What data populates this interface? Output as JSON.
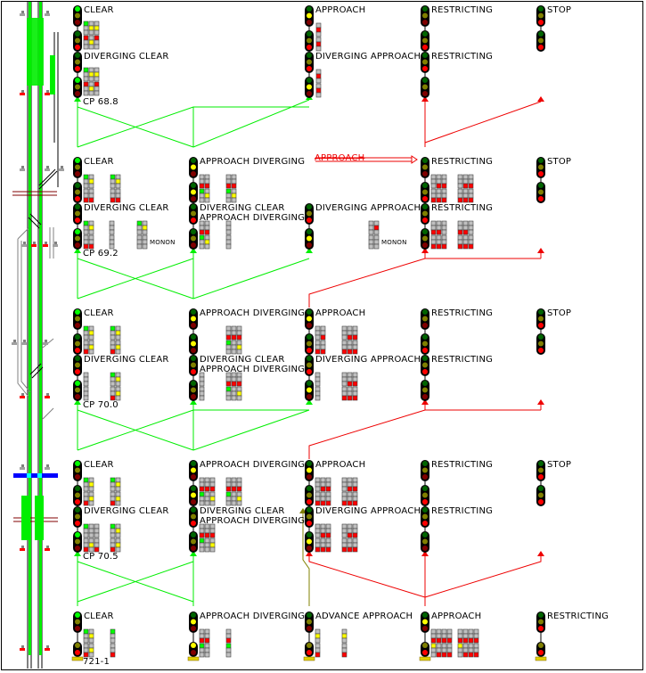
{
  "diagram": {
    "colors": {
      "clear": "#00ee00",
      "restrict": "#ee0000",
      "advance": "#808000",
      "track_occupied": "#00ee00",
      "crossing": "#0000ff",
      "head_green": "#00ff00",
      "head_yellow": "#ffff00",
      "head_red": "#ff0000",
      "head_dark_green": "#006400",
      "head_dark_yellow": "#808000",
      "head_dark_red": "#800000"
    },
    "rows": [
      {
        "location": "CP 68.8",
        "signals": [
          {
            "col": 0,
            "top": "CLEAR",
            "bottom": "DIVERGING CLEAR",
            "bottom2": ""
          },
          {
            "col": 2,
            "top": "APPROACH",
            "bottom": "DIVERGING APPROACH",
            "bottom2": ""
          },
          {
            "col": 3,
            "top": "RESTRICTING",
            "bottom": "RESTRICTING",
            "bottom2": ""
          },
          {
            "col": 4,
            "top": "STOP",
            "bottom": "",
            "bottom2": ""
          }
        ]
      },
      {
        "location": "CP 69.2",
        "monon_label": "MONON",
        "strike_label": "APPROACH",
        "signals": [
          {
            "col": 0,
            "top": "CLEAR",
            "bottom": "DIVERGING CLEAR",
            "bottom2": ""
          },
          {
            "col": 1,
            "top": "APPROACH DIVERGING",
            "bottom": "DIVERGING CLEAR",
            "bottom2": "APPROACH DIVERGING"
          },
          {
            "col": 2,
            "top": "",
            "bottom": "DIVERGING APPROACH",
            "bottom2": ""
          },
          {
            "col": 3,
            "top": "RESTRICTING",
            "bottom": "RESTRICTING",
            "bottom2": ""
          },
          {
            "col": 4,
            "top": "STOP",
            "bottom": "",
            "bottom2": ""
          }
        ]
      },
      {
        "location": "CP 70.0",
        "signals": [
          {
            "col": 0,
            "top": "CLEAR",
            "bottom": "DIVERGING CLEAR",
            "bottom2": ""
          },
          {
            "col": 1,
            "top": "APPROACH DIVERGING",
            "bottom": "DIVERGING CLEAR",
            "bottom2": "APPROACH DIVERGING"
          },
          {
            "col": 2,
            "top": "APPROACH",
            "bottom": "DIVERGING APPROACH",
            "bottom2": ""
          },
          {
            "col": 3,
            "top": "RESTRICTING",
            "bottom": "RESTRICTING",
            "bottom2": ""
          },
          {
            "col": 4,
            "top": "STOP",
            "bottom": "",
            "bottom2": ""
          }
        ]
      },
      {
        "location": "CP 70.5",
        "signals": [
          {
            "col": 0,
            "top": "CLEAR",
            "bottom": "DIVERGING CLEAR",
            "bottom2": ""
          },
          {
            "col": 1,
            "top": "APPROACH DIVERGING",
            "bottom": "DIVERGING CLEAR",
            "bottom2": "APPROACH DIVERGING"
          },
          {
            "col": 2,
            "top": "APPROACH",
            "bottom": "DIVERGING APPROACH",
            "bottom2": ""
          },
          {
            "col": 3,
            "top": "RESTRICTING",
            "bottom": "RESTRICTING",
            "bottom2": ""
          },
          {
            "col": 4,
            "top": "STOP",
            "bottom": "",
            "bottom2": ""
          }
        ]
      },
      {
        "location": "721-1",
        "signals": [
          {
            "col": 0,
            "top": "CLEAR",
            "bottom": "",
            "bottom2": ""
          },
          {
            "col": 1,
            "top": "APPROACH DIVERGING",
            "bottom": "",
            "bottom2": ""
          },
          {
            "col": 2,
            "top": "ADVANCE APPROACH",
            "bottom": "",
            "bottom2": ""
          },
          {
            "col": 3,
            "top": "APPROACH",
            "bottom": "",
            "bottom2": ""
          },
          {
            "col": 4,
            "top": "RESTRICTING",
            "bottom": "",
            "bottom2": ""
          }
        ]
      }
    ]
  }
}
